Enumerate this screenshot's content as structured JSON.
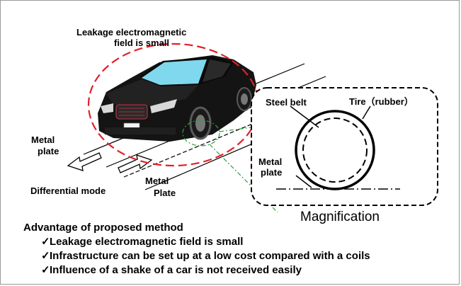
{
  "labels": {
    "leakage_top": "Leakage electromagnetic",
    "leakage_bottom": "field is small",
    "metal_plate_left_1": "Metal",
    "metal_plate_left_2": "plate",
    "differential_mode": "Differential mode",
    "metal_plate_center_1": "Metal",
    "metal_plate_center_2": "Plate",
    "steel_belt": "Steel belt",
    "tire_rubber": "Tire（rubber）",
    "metal_plate_inset_1": "Metal",
    "metal_plate_inset_2": "plate",
    "magnification": "Magnification"
  },
  "advantages": {
    "title": "Advantage of proposed method",
    "check_glyph": "✓",
    "items": [
      "Leakage electromagnetic field is small",
      "Infrastructure can be set up at a low cost compared with a coils",
      "Influence of a shake of a car is not received easily"
    ]
  },
  "colors": {
    "leakage_ellipse": "#e0202a",
    "pointer_line": "#2e9e3e",
    "car_body": "#141414",
    "windshield": "#7fd8ee",
    "wheel": "#5a5a5a"
  }
}
